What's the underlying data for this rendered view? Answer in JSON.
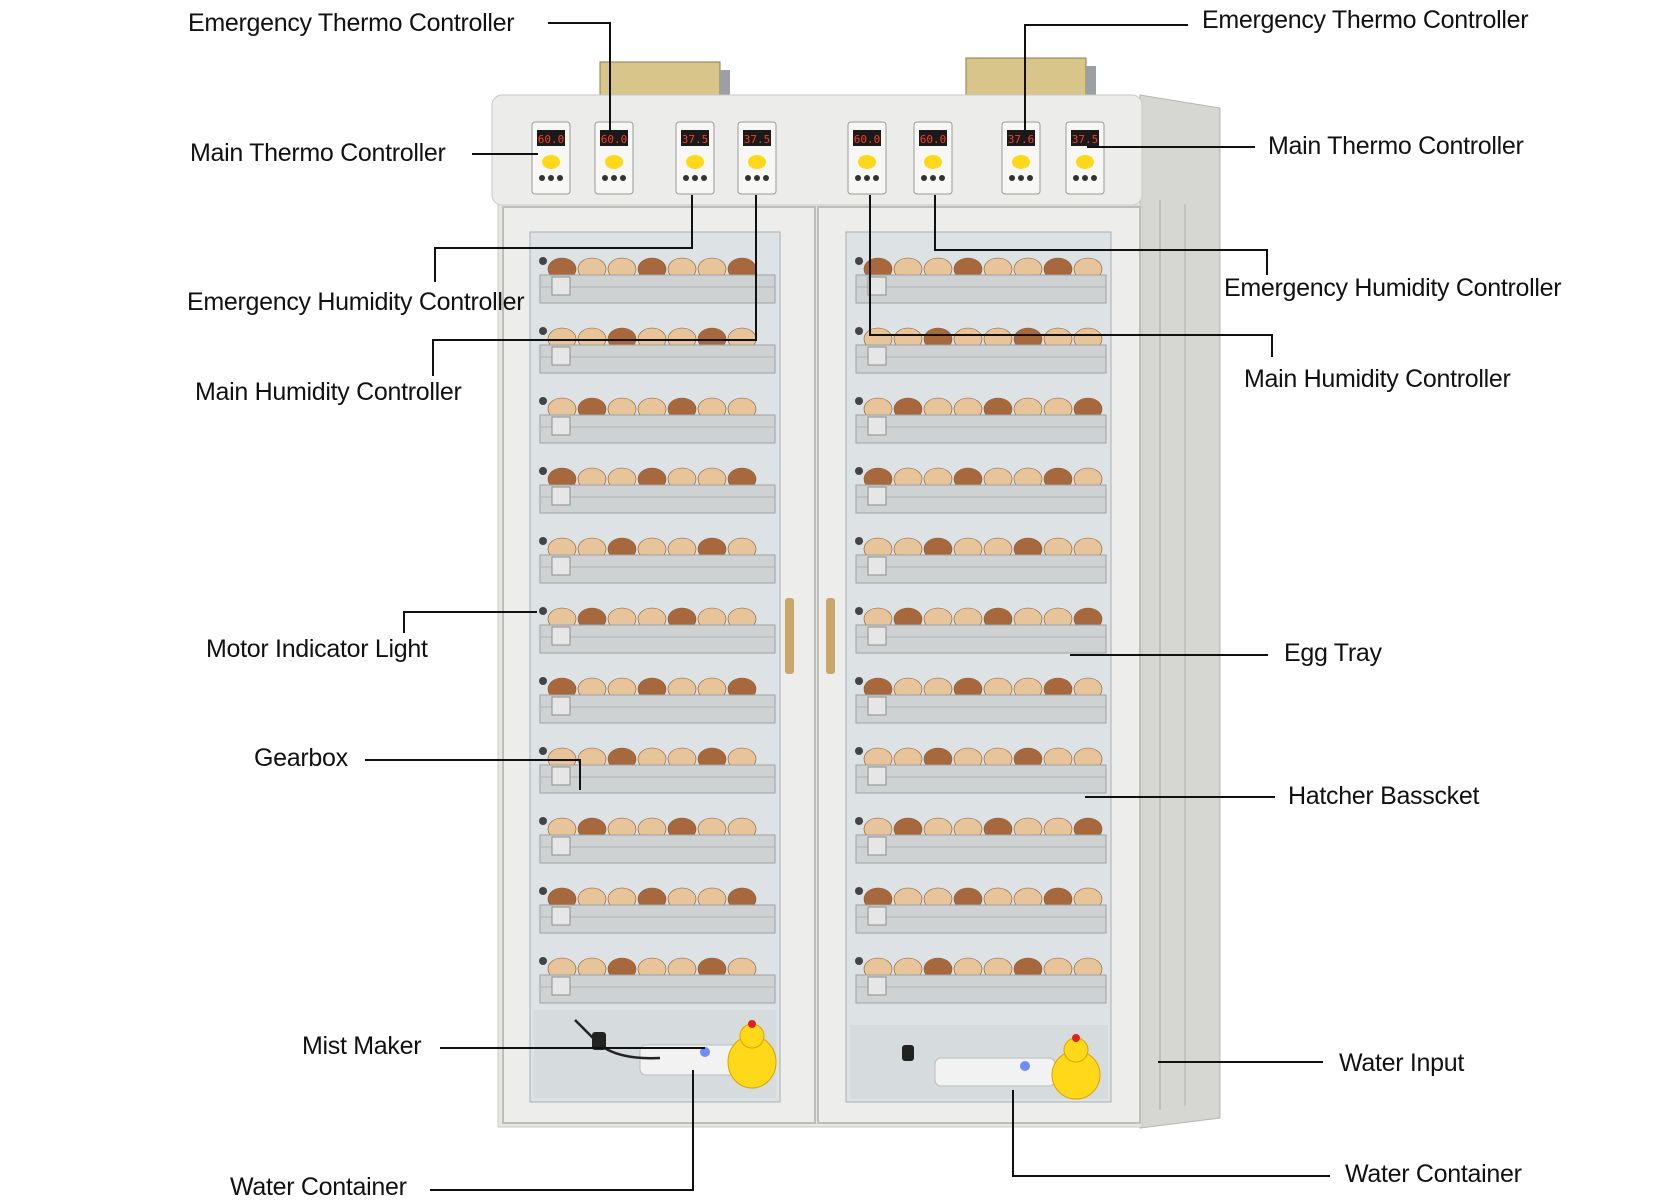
{
  "labels": {
    "emergency_thermo_left": "Emergency Thermo Controller",
    "emergency_thermo_right": "Emergency Thermo Controller",
    "main_thermo_left": "Main Thermo Controller",
    "main_thermo_right": "Main Thermo Controller",
    "emergency_humidity_left": "Emergency Humidity Controller",
    "emergency_humidity_right": "Emergency Humidity Controller",
    "main_humidity_left": "Main Humidity Controller",
    "main_humidity_right": "Main Humidity Controller",
    "motor_indicator_light": "Motor Indicator Light",
    "egg_tray": "Egg Tray",
    "gearbox": "Gearbox",
    "hatcher_basket": "Hatcher Basscket",
    "mist_maker": "Mist Maker",
    "water_input": "Water Input",
    "water_container_left": "Water Container",
    "water_container_right": "Water Container"
  },
  "controller_displays": [
    "60.0",
    "60.0",
    "37.5",
    "37.5",
    "60.0",
    "60.0",
    "37.6",
    "37.5"
  ],
  "colors": {
    "cabinet": "#e9e9e6",
    "cabinet_shadow": "#c9c9c5",
    "glass": "#dfe4e6",
    "tray": "#cfd2d2",
    "egg_light": "#e8c49a",
    "egg_dark": "#a8683e",
    "display_red": "#ff3b1f",
    "chick_yellow": "#ffd81a"
  },
  "tray_rows": 11
}
